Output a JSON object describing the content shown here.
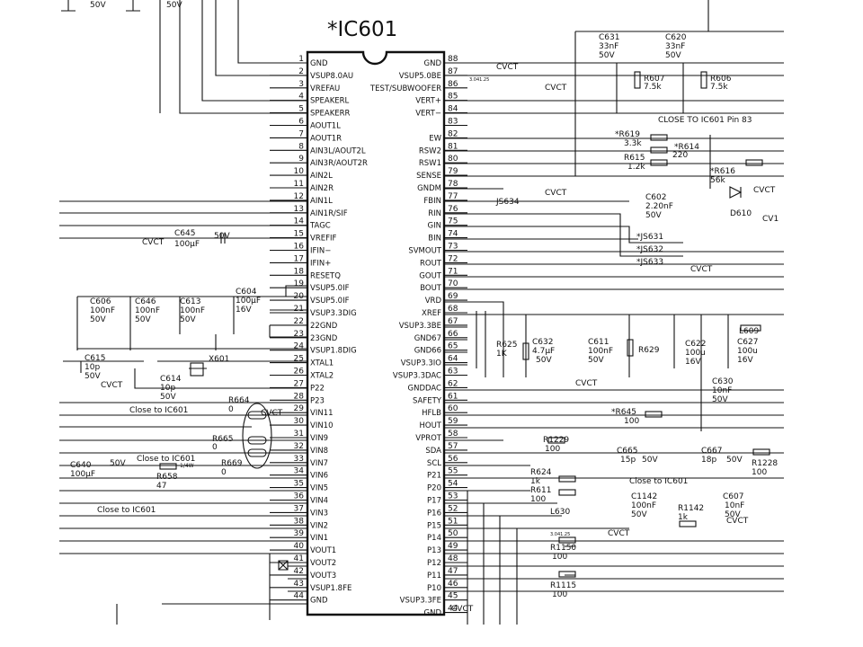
{
  "ic": {
    "title": "*IC601",
    "left_pins": [
      {
        "n": "1",
        "name": "GND"
      },
      {
        "n": "2",
        "name": "VSUP8.0AU"
      },
      {
        "n": "3",
        "name": "VREFAU"
      },
      {
        "n": "4",
        "name": "SPEAKERL"
      },
      {
        "n": "5",
        "name": "SPEAKERR"
      },
      {
        "n": "6",
        "name": "AOUT1L"
      },
      {
        "n": "7",
        "name": "AOUT1R"
      },
      {
        "n": "8",
        "name": "AIN3L/AOUT2L"
      },
      {
        "n": "9",
        "name": "AIN3R/AOUT2R"
      },
      {
        "n": "10",
        "name": "AIN2L"
      },
      {
        "n": "11",
        "name": "AIN2R"
      },
      {
        "n": "12",
        "name": "AIN1L"
      },
      {
        "n": "13",
        "name": "AIN1R/SIF"
      },
      {
        "n": "14",
        "name": "TAGC"
      },
      {
        "n": "15",
        "name": "VREFIF"
      },
      {
        "n": "16",
        "name": "IFIN−"
      },
      {
        "n": "17",
        "name": "IFIN+"
      },
      {
        "n": "18",
        "name": "RESETQ"
      },
      {
        "n": "19",
        "name": "VSUP5.0IF"
      },
      {
        "n": "20",
        "name": "VSUP5.0IF"
      },
      {
        "n": "21",
        "name": "VSUP3.3DIG"
      },
      {
        "n": "22",
        "name": "22GND"
      },
      {
        "n": "23",
        "name": "23GND"
      },
      {
        "n": "24",
        "name": "VSUP1.8DIG"
      },
      {
        "n": "25",
        "name": "XTAL1"
      },
      {
        "n": "26",
        "name": "XTAL2"
      },
      {
        "n": "27",
        "name": "P22"
      },
      {
        "n": "28",
        "name": "P23"
      },
      {
        "n": "29",
        "name": "VIN11"
      },
      {
        "n": "30",
        "name": "VIN10"
      },
      {
        "n": "31",
        "name": "VIN9"
      },
      {
        "n": "32",
        "name": "VIN8"
      },
      {
        "n": "33",
        "name": "VIN7"
      },
      {
        "n": "34",
        "name": "VIN6"
      },
      {
        "n": "35",
        "name": "VIN5"
      },
      {
        "n": "36",
        "name": "VIN4"
      },
      {
        "n": "37",
        "name": "VIN3"
      },
      {
        "n": "38",
        "name": "VIN2"
      },
      {
        "n": "39",
        "name": "VIN1"
      },
      {
        "n": "40",
        "name": "VOUT1"
      },
      {
        "n": "41",
        "name": "VOUT2"
      },
      {
        "n": "42",
        "name": "VOUT3"
      },
      {
        "n": "43",
        "name": "VSUP1.8FE"
      },
      {
        "n": "44",
        "name": "GND"
      }
    ],
    "right_pins": [
      {
        "n": "88",
        "name": "GND"
      },
      {
        "n": "87",
        "name": "VSUP5.0BE"
      },
      {
        "n": "86",
        "name": "TEST/SUBWOOFER"
      },
      {
        "n": "85",
        "name": "VERT+"
      },
      {
        "n": "84",
        "name": "VERT−"
      },
      {
        "n": "83",
        "name": ""
      },
      {
        "n": "82",
        "name": "EW"
      },
      {
        "n": "81",
        "name": "RSW2"
      },
      {
        "n": "80",
        "name": "RSW1"
      },
      {
        "n": "79",
        "name": "SENSE"
      },
      {
        "n": "78",
        "name": "GNDM"
      },
      {
        "n": "77",
        "name": "FBIN"
      },
      {
        "n": "76",
        "name": "RIN"
      },
      {
        "n": "75",
        "name": "GIN"
      },
      {
        "n": "74",
        "name": "BIN"
      },
      {
        "n": "73",
        "name": "SVMOUT"
      },
      {
        "n": "72",
        "name": "ROUT"
      },
      {
        "n": "71",
        "name": "GOUT"
      },
      {
        "n": "70",
        "name": "BOUT"
      },
      {
        "n": "69",
        "name": "VRD"
      },
      {
        "n": "68",
        "name": "XREF"
      },
      {
        "n": "67",
        "name": "VSUP3.3BE"
      },
      {
        "n": "66",
        "name": "GND67"
      },
      {
        "n": "65",
        "name": "GND66"
      },
      {
        "n": "64",
        "name": "VSUP3.3IO"
      },
      {
        "n": "63",
        "name": "VSUP3.3DAC"
      },
      {
        "n": "62",
        "name": "GNDDAC"
      },
      {
        "n": "61",
        "name": "SAFETY"
      },
      {
        "n": "60",
        "name": "HFLB"
      },
      {
        "n": "59",
        "name": "HOUT"
      },
      {
        "n": "58",
        "name": "VPROT"
      },
      {
        "n": "57",
        "name": "SDA"
      },
      {
        "n": "56",
        "name": "SCL"
      },
      {
        "n": "55",
        "name": "P21"
      },
      {
        "n": "54",
        "name": "P20"
      },
      {
        "n": "53",
        "name": "P17"
      },
      {
        "n": "52",
        "name": "P16"
      },
      {
        "n": "51",
        "name": "P15"
      },
      {
        "n": "50",
        "name": "P14"
      },
      {
        "n": "49",
        "name": "P13"
      },
      {
        "n": "48",
        "name": "P12"
      },
      {
        "n": "47",
        "name": "P11"
      },
      {
        "n": "46",
        "name": "P10"
      },
      {
        "n": "45",
        "name": "VSUP3.3FE"
      },
      {
        "n": "44b",
        "name": "GND"
      }
    ]
  },
  "labels": {
    "top_50v_a": "50V",
    "top_50v_b": "50V",
    "c631": "C631",
    "c631_v": "33nF",
    "c631_r": "50V",
    "c620": "C620",
    "c620_v": "33nF",
    "c620_r": "50V",
    "r607": "R607",
    "r607_v": "7.5k",
    "r606": "R606",
    "r606_v": "7.5k",
    "close83": "CLOSE TO IC601 Pin 83",
    "r619": "*R619",
    "r619_v": "3.3k",
    "r614": "*R614",
    "r614_v": "220",
    "r615": "R615",
    "r615_v": "1.2k",
    "r616": "*R616",
    "r616_v": "56k",
    "c602": "C602",
    "c602_v": "2.20nF",
    "c602_r": "50V",
    "d610": "D610",
    "cv1": "CV1",
    "js634": "JS634",
    "js631": "*JS631",
    "js632": "*JS632",
    "js633": "*JS633",
    "l609": "L609",
    "r625": "R625",
    "r625_v": "1K",
    "c632": "C632",
    "c632_v": "4.7µF",
    "c632_r": "50V",
    "c611": "C611",
    "c611_v": "100nF",
    "c611_r": "50V",
    "r629": "R629",
    "c622": "C622",
    "c622_v": "100u",
    "c622_r": "16V",
    "c627": "C627",
    "c627_v": "100u",
    "c627_r": "16V",
    "c630": "C630",
    "c630_v": "10nF",
    "c630_r": "50V",
    "r645": "*R645",
    "r645_v": "100",
    "r1229": "R1229",
    "r1229_v": "100",
    "c665": "C665",
    "c665_v": "15p",
    "c665_r": "50V",
    "c667": "C667",
    "c667_v": "18p",
    "c667_r": "50V",
    "r1228": "R1228",
    "r1228_v": "100",
    "r624": "R624",
    "r624_v": "1k",
    "r611": "R611",
    "r611_v": "100",
    "close_ic601_r": "Close to IC601",
    "l630": "L630",
    "c1142": "C1142",
    "c1142_v": "100nF",
    "c1142_r": "50V",
    "r1142": "R1142",
    "r1142_v": "1k",
    "c607": "C607",
    "c607_v": "10nF",
    "c607_r": "50V",
    "r1150": "R1150",
    "r1150_v": "100",
    "r1115": "R1115",
    "r1115_v": "100",
    "small_tag": "3.041.25",
    "c645": "C645",
    "c645_v": "100µF",
    "c645_r": "50V",
    "c606": "C606",
    "c606_v": "100nF",
    "c606_r": "50V",
    "c646": "C646",
    "c646_v": "100nF",
    "c646_r": "50V",
    "c613": "C613",
    "c613_v": "100nF",
    "c613_r": "50V",
    "c604": "C604",
    "c604_v": "100µF",
    "c604_r": "16V",
    "c615": "C615",
    "c615_v": "10p",
    "c615_r": "50V",
    "x601": "X601",
    "c614": "C614",
    "c614_v": "10p",
    "c614_r": "50V",
    "r664": "R664",
    "r664_v": "0",
    "close_ic601_a": "Close to IC601",
    "r665": "R665",
    "r665_v": "0",
    "c640": "C640",
    "c640_v": "100µF",
    "c640_r": "50V",
    "close_ic601_b": "Close to IC601",
    "r658": "R658",
    "r658_v": "47",
    "r658_w": "1/4W",
    "r669": "R669",
    "r669_v": "0",
    "close_ic601_c": "Close to IC601",
    "cvct": "CVCT"
  }
}
